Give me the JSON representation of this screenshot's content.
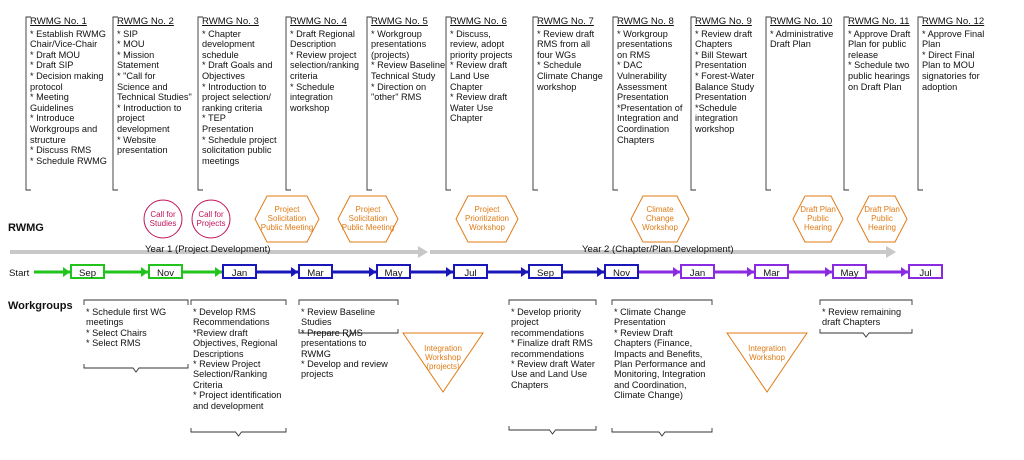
{
  "labels": {
    "rwmg": "RWMG",
    "workgroups": "Workgroups",
    "start": "Start"
  },
  "years": {
    "year1": "Year 1 (Project Development)",
    "year2": "Year 2 (Chapter/Plan Development)"
  },
  "meetings": [
    {
      "title": "RWMG No. 1",
      "items": [
        "* Establish RWMG",
        "Chair/Vice-Chair",
        "* Draft MOU",
        "* Draft SIP",
        "* Decision making",
        "protocol",
        "* Meeting",
        "Guidelines",
        "* Introduce",
        "Workgroups and",
        "structure",
        "* Discuss RMS",
        "* Schedule RWMG"
      ]
    },
    {
      "title": "RWMG No. 2",
      "items": [
        "* SIP",
        "* MOU",
        "* Mission",
        "Statement",
        "* \"Call for",
        "Science and",
        "Technical Studies\"",
        "* Introduction to",
        "project",
        "development",
        "* Website",
        "presentation"
      ]
    },
    {
      "title": "RWMG No. 3",
      "items": [
        "* Chapter",
        "development",
        "schedule",
        "* Draft Goals and",
        "Objectives",
        "* Introduction to",
        "project selection/",
        "ranking criteria",
        "* TEP",
        "Presentation",
        "* Schedule project",
        "solicitation public",
        "meetings"
      ]
    },
    {
      "title": "RWMG No. 4",
      "items": [
        "* Draft Regional",
        "Description",
        "* Review project",
        "selection/ranking",
        "criteria",
        "* Schedule",
        "integration",
        "workshop"
      ]
    },
    {
      "title": "RWMG No. 5",
      "items": [
        "* Workgroup",
        "presentations",
        "(projects)",
        "* Review Baseline",
        "Technical Study",
        "* Direction on",
        "\"other\" RMS"
      ]
    },
    {
      "title": "RWMG No. 6",
      "items": [
        "* Discuss,",
        "review, adopt",
        "priority projects",
        "* Review draft",
        "Land Use",
        "Chapter",
        "* Review draft",
        "Water Use",
        "Chapter"
      ]
    },
    {
      "title": "RWMG No. 7",
      "items": [
        "* Review draft",
        "RMS from all",
        "four WGs",
        "* Schedule",
        "Climate Change",
        "workshop"
      ]
    },
    {
      "title": "RWMG No. 8",
      "items": [
        "* Workgroup",
        "presentations",
        "on RMS",
        "* DAC",
        "Vulnerability",
        "Assessment",
        "Presentation",
        "*Presentation of",
        "Integration and",
        "Coordination",
        "Chapters"
      ]
    },
    {
      "title": "RWMG No. 9",
      "items": [
        "* Review draft",
        "Chapters",
        "* Bill Stewart",
        "Presentation",
        "* Forest-Water",
        "Balance Study",
        "Presentation",
        "*Schedule",
        "integration",
        "workshop"
      ]
    },
    {
      "title": "RWMG No. 10",
      "items": [
        "* Administrative",
        "Draft Plan"
      ]
    },
    {
      "title": "RWMG No. 11",
      "items": [
        "* Approve Draft",
        "Plan for public",
        "release",
        "* Schedule two",
        "public hearings",
        "on Draft Plan"
      ]
    },
    {
      "title": "RWMG No. 12",
      "items": [
        "* Approve Final",
        "Plan",
        "* Direct Final",
        "Plan to MOU",
        "signatories for",
        "adoption"
      ]
    }
  ],
  "months": [
    "Sep",
    "Nov",
    "Jan",
    "Mar",
    "May",
    "Jul",
    "Sep",
    "Nov",
    "Jan",
    "Mar",
    "May",
    "Jul"
  ],
  "calls": [
    {
      "lines": [
        "Call for",
        "Studies"
      ]
    },
    {
      "lines": [
        "Call for",
        "Projects"
      ]
    }
  ],
  "hexagons": [
    {
      "lines": [
        "Project",
        "Solicitation",
        "Public  Meeting"
      ]
    },
    {
      "lines": [
        "Project",
        "Solicitation",
        "Public  Meeting"
      ]
    },
    {
      "lines": [
        "Project",
        "Prioritization",
        "Workshop"
      ]
    },
    {
      "lines": [
        "Climate",
        "Change",
        "Workshop"
      ]
    },
    {
      "lines": [
        "Draft Plan",
        "Public",
        "Hearing"
      ]
    },
    {
      "lines": [
        "Draft Plan",
        "Public",
        "Hearing"
      ]
    }
  ],
  "triangles": [
    {
      "lines": [
        "Integration",
        "Workshop",
        "(projects)"
      ]
    },
    {
      "lines": [
        "Integration",
        "Workshop"
      ]
    }
  ],
  "workgroup_tasks": [
    {
      "items": [
        "* Schedule first WG",
        "meetings",
        "* Select Chairs",
        "* Select RMS"
      ]
    },
    {
      "items": [
        "* Develop RMS",
        "Recommendations",
        "*Review draft",
        "Objectives, Regional",
        "Descriptions",
        "* Review Project",
        "Selection/Ranking",
        "Criteria",
        "* Project identification",
        "and development"
      ]
    },
    {
      "items": [
        "* Review Baseline",
        "Studies",
        "* Prepare RMS",
        "presentations to",
        "RWMG",
        "* Develop and review",
        "projects"
      ]
    },
    {
      "items": [
        "* Develop priority",
        "project",
        "recommendations",
        "* Finalize draft RMS",
        "recommendations",
        "* Review draft Water",
        "Use and Land Use",
        "Chapters"
      ]
    },
    {
      "items": [
        "* Climate Change",
        "Presentation",
        "* Review Draft",
        "Chapters (Finance,",
        "Impacts and Benefits,",
        "Plan Performance and",
        "Monitoring, Integration",
        "and Coordination,",
        "Climate Change)"
      ]
    },
    {
      "items": [
        "* Review remaining",
        "draft Chapters"
      ]
    }
  ],
  "colors": {
    "green": "#22c31c",
    "blue": "#1a17b8",
    "purple": "#8a2be2",
    "orange": "#e07b16",
    "magenta": "#c0145a",
    "gray": "#c8c8c8",
    "bracket": "#333333"
  }
}
